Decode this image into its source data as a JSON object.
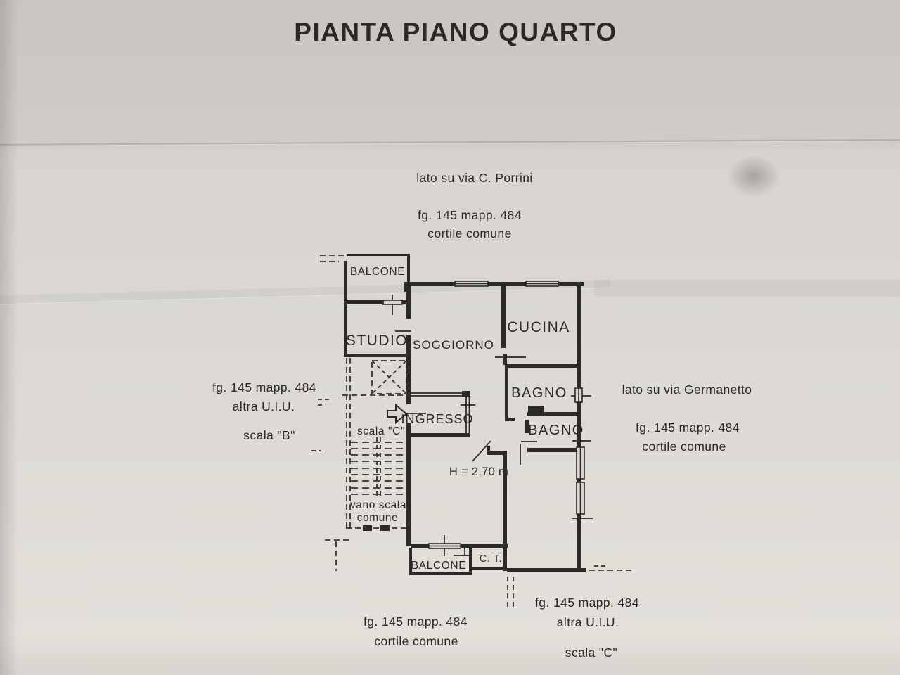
{
  "page": {
    "title": "PIANTA PIANO QUARTO"
  },
  "annotations": {
    "top": {
      "line1": "lato su via C. Porrini",
      "line2": "fg. 145 mapp. 484",
      "line3": "cortile comune"
    },
    "left": {
      "line1": "fg. 145 mapp. 484",
      "line2": "altra U.I.U.",
      "line3": "scala \"B\""
    },
    "right": {
      "line1": "lato su via Germanetto",
      "line2": "fg. 145 mapp. 484",
      "line3": "cortile comune"
    },
    "bottom_left": {
      "line1": "fg. 145 mapp. 484",
      "line2": "cortile comune"
    },
    "bottom_right": {
      "line1": "fg. 145 mapp. 484",
      "line2": "altra U.I.U.",
      "line3": "scala \"C\""
    }
  },
  "rooms": {
    "balcone_top": "BALCONE",
    "studio": "STUDIO",
    "soggiorno": "SOGGIORNO",
    "cucina": "CUCINA",
    "bagno_1": "BAGNO",
    "bagno_2": "BAGNO",
    "ingresso": "INGRESSO",
    "scala_c": "scala \"C\"",
    "vano_scala_line1": "vano scala",
    "vano_scala_line2": "comune",
    "ceiling_height": "H = 2,70 m",
    "balcone_bottom": "BALCONE",
    "ct": "C. T."
  },
  "colors": {
    "ink": "#2c2a27",
    "paper": "#d8d5d0"
  }
}
